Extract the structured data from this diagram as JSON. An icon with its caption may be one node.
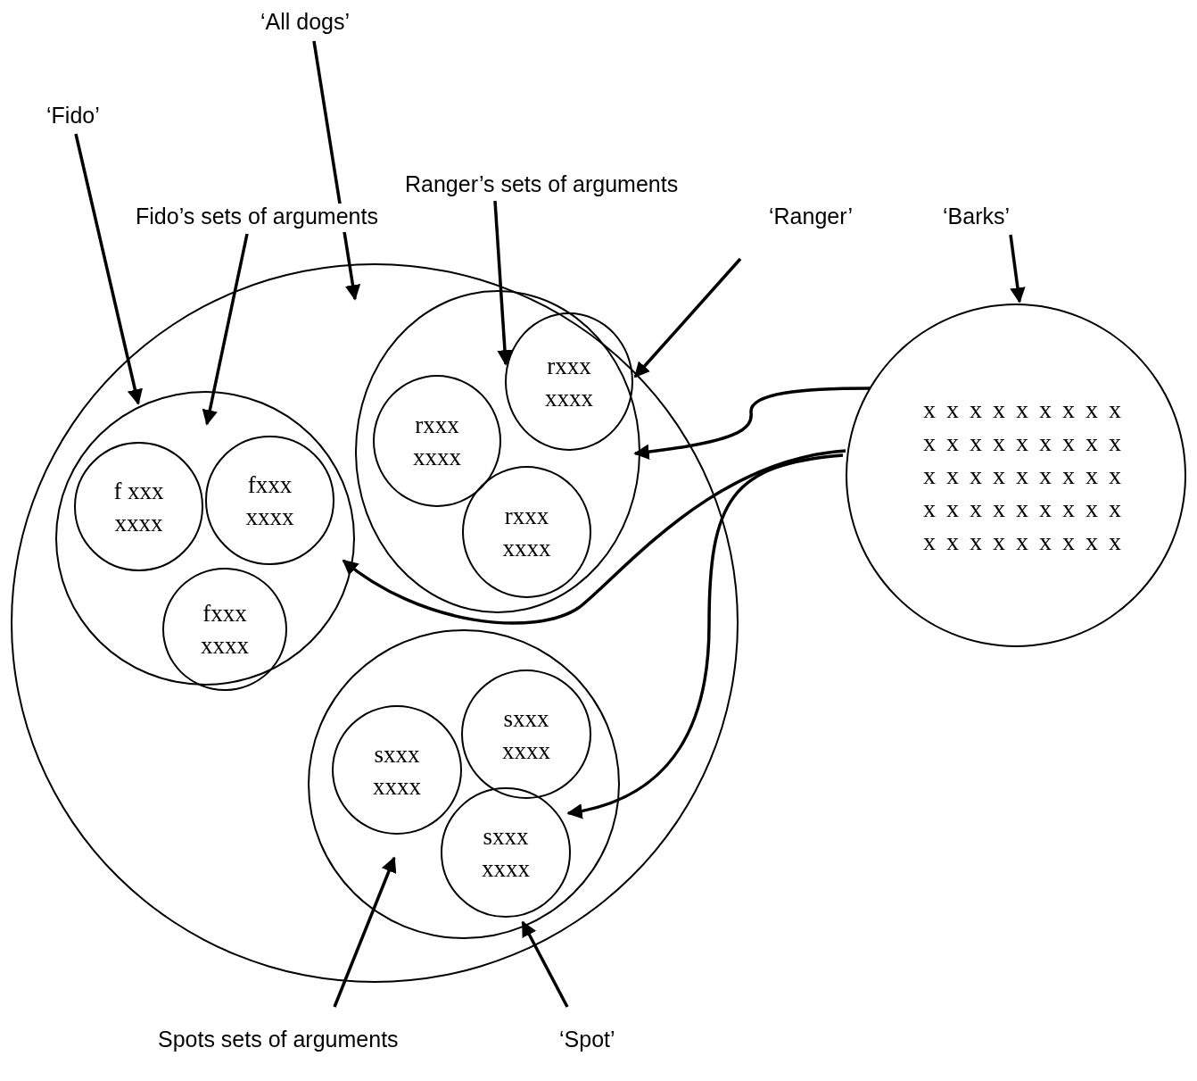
{
  "diagram": {
    "nodes": [
      {
        "text": [
          "‘All dogs’"
        ]
      },
      {
        "text": [
          "‘Fido’"
        ]
      },
      {
        "text": [
          "Ranger’s sets of arguments"
        ]
      },
      {
        "text": [
          "Fido’s sets of arguments"
        ]
      },
      {
        "text": [
          "‘Ranger’"
        ]
      },
      {
        "text": [
          "‘Barks’"
        ]
      },
      {
        "text": [],
        "shape": "circle"
      },
      {
        "text": [],
        "shape": "circle",
        "in": 6
      },
      {
        "text": [
          "f xxx xxxx"
        ],
        "in": 7
      },
      {
        "text": [
          "fxxx xxxx"
        ],
        "in": 7
      },
      {
        "text": [
          "fxxx xxxx"
        ],
        "in": 7
      },
      {
        "text": [],
        "shape": "circle",
        "in": 6
      },
      {
        "text": [
          "rxxx xxxx"
        ],
        "in": 11
      },
      {
        "text": [
          "rxxx xxxx"
        ],
        "in": 11
      },
      {
        "text": [
          "rxxx xxxx"
        ],
        "in": 11
      },
      {
        "text": [],
        "shape": "circle",
        "in": 6
      },
      {
        "text": [
          "sxxx xxxx"
        ],
        "in": 15
      },
      {
        "text": [
          "sxxx xxxx"
        ],
        "in": 15
      },
      {
        "text": [
          "sxxx xxxx"
        ],
        "in": 15
      },
      {
        "text": [
          "x x x x x x x x x x x x x x x x x x x x x x x x x x x x x x x x x x x x x x x x x x x x x"
        ]
      },
      {
        "text": [
          "Spots sets of arguments"
        ]
      },
      {
        "text": [
          "‘Spot’"
        ]
      }
    ],
    "edges": [
      {
        "from": 0,
        "to": 6,
        "arrow": "to"
      },
      {
        "from": 1,
        "to": 7,
        "arrow": "to"
      },
      {
        "from": 2,
        "to": 11,
        "arrow": "to"
      },
      {
        "from": 3,
        "to": 7,
        "arrow": "to"
      },
      {
        "from": 4,
        "to": 11,
        "arrow": "to"
      },
      {
        "from": 5,
        "to": 19,
        "arrow": "to"
      },
      {
        "from": 19,
        "to": 11,
        "arrow": "to"
      },
      {
        "from": 19,
        "to": 7,
        "arrow": "to"
      },
      {
        "from": 19,
        "to": 18,
        "arrow": "to"
      },
      {
        "from": 20,
        "to": 15,
        "arrow": "to"
      },
      {
        "from": 21,
        "to": 18,
        "arrow": "to"
      }
    ]
  }
}
